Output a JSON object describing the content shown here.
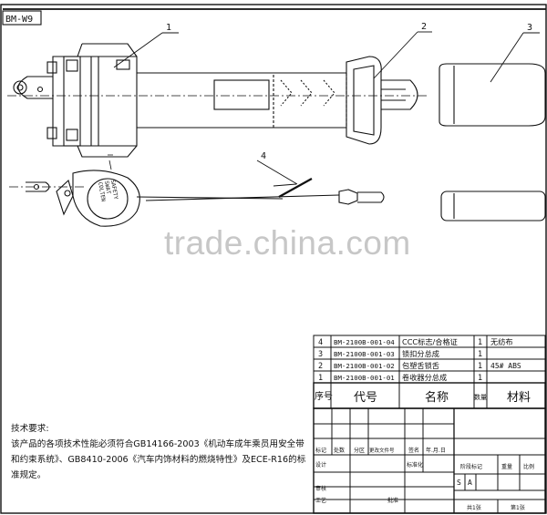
{
  "drawing_code": "BM-W9",
  "balloons": [
    "1",
    "2",
    "3",
    "4"
  ],
  "retractor_label": [
    "COLTEN",
    "SWAT",
    "SAFETY"
  ],
  "watermark": "trade.china.com",
  "tech_notes": {
    "title": "技术要求:",
    "lines": [
      "该产品的各项技术性能必须符合GB14166-2003《机动车成年乘员用安全带",
      "和约束系统》、GB8410-2006《汽车内饰材料的燃烧特性》及ECE-R16的标",
      "准规定。"
    ]
  },
  "bom": {
    "rows": [
      {
        "no": "4",
        "code": "BM-2100B-001-04",
        "name": "CCC标志/合格证",
        "qty": "1",
        "material": "无纺布"
      },
      {
        "no": "3",
        "code": "BM-2100B-001-03",
        "name": "锁扣分总成",
        "qty": "1",
        "material": ""
      },
      {
        "no": "2",
        "code": "BM-2100B-001-02",
        "name": "包塑舌锁舌",
        "qty": "1",
        "material": "45# ABS"
      },
      {
        "no": "1",
        "code": "BM-2100B-001-01",
        "name": "卷收器分总成",
        "qty": "1",
        "material": ""
      }
    ],
    "header": {
      "no": "序号",
      "code": "代号",
      "name": "名称",
      "qty": "数量",
      "material": "材料"
    }
  },
  "title_block": {
    "mark": "标记",
    "count": "处数",
    "zone": "分区",
    "doc": "更改文件号",
    "sign": "签名",
    "date": "年.月.日",
    "design": "设计",
    "standard": "标准化",
    "stage": "阶段标记",
    "weight": "重量",
    "scale": "比例",
    "review": "审核",
    "process": "工艺",
    "approve": "批准",
    "stage_value": "S",
    "stage_value2": "A",
    "sheets": "共1张",
    "sheet": "第1张"
  }
}
